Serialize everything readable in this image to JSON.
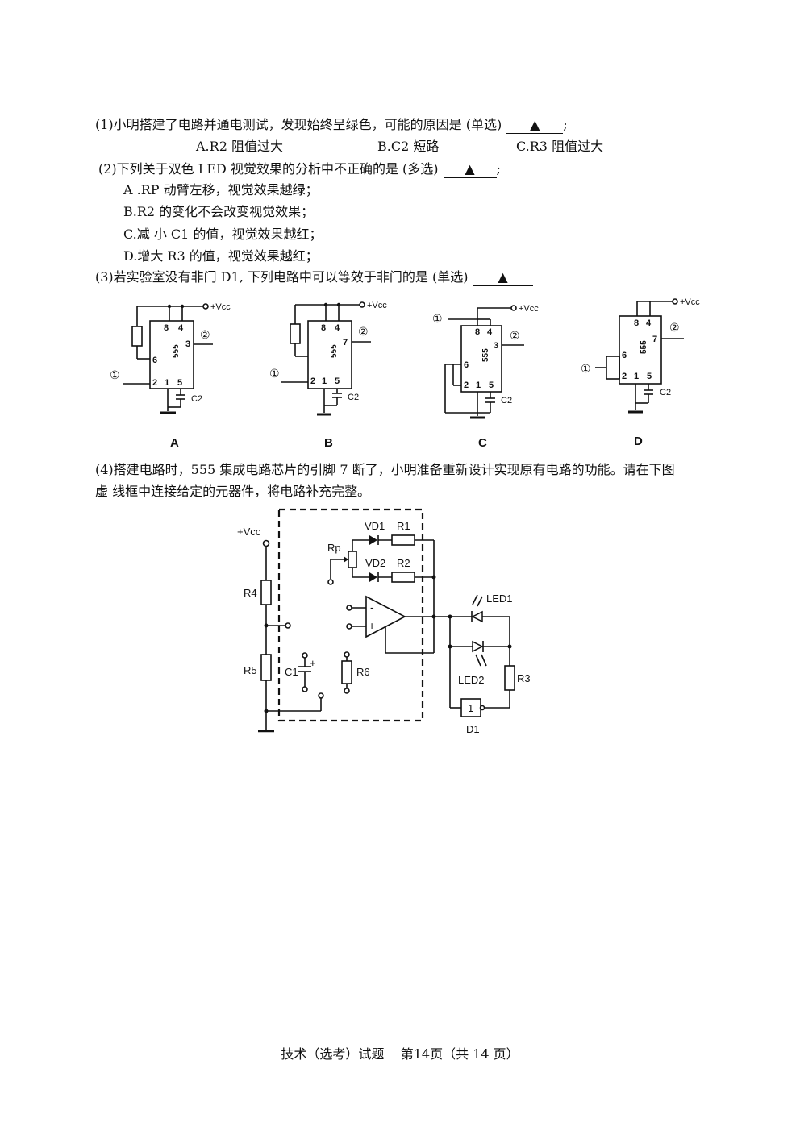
{
  "q1": {
    "text": "(1)小明搭建了电路并通电测试，发现始终呈绿色，可能的原因是 (单选)",
    "blank": "▲",
    "end": ";",
    "options": [
      "A.R2 阻值过大",
      "B.C2 短路",
      "C.R3 阻值过大"
    ]
  },
  "q2": {
    "text": "(2)下列关于双色 LED 视觉效果的分析中不正确的是 (多选)",
    "blank": "▲",
    "end": ";",
    "options": [
      "A .RP 动臂左移，视觉效果越绿；",
      "B.R2 的变化不会改变视觉效果；",
      "C.减 小 C1 的值，视觉效果越红；",
      "D.增大 R3 的值，视觉效果越红；"
    ]
  },
  "q3": {
    "text": "(3)若实验室没有非门 D1, 下列电路中可以等效于非门的是 (单选)",
    "blank": "▲",
    "circuit_labels": [
      "A",
      "B",
      "C",
      "D"
    ],
    "chip": {
      "name": "555",
      "vcc": "+Vcc",
      "cap": "C2",
      "in": "①",
      "out": "②",
      "pins_a": [
        "8",
        "4",
        "3",
        "6",
        "2",
        "1",
        "5"
      ],
      "pins_b": [
        "8",
        "4",
        "7",
        "2",
        "1",
        "5"
      ],
      "pins_c": [
        "8",
        "4",
        "3",
        "6",
        "2",
        "1",
        "5"
      ],
      "pins_d": [
        "8",
        "4",
        "7",
        "6",
        "2",
        "1",
        "5"
      ]
    }
  },
  "q4": {
    "line1": "(4)搭建电路时，555 集成电路芯片的引脚 7 断了，小明准备重新设计实现原有电路的功能。请在下图",
    "line2": "虚 线框中连接给定的元器件，将电路补充完整。",
    "circuit": {
      "vcc": "+Vcc",
      "vd1": "VD1",
      "r1": "R1",
      "rp": "Rp",
      "vd2": "VD2",
      "r2": "R2",
      "r4": "R4",
      "r5": "R5",
      "c1": "C1",
      "plus": "+",
      "r6": "R6",
      "opamp_minus": "-",
      "opamp_plus": "+",
      "led1": "LED1",
      "led2": "LED2",
      "r3": "R3",
      "gate": "1",
      "d1": "D1"
    }
  },
  "footer": "技术（选考）试题    第14页（共 14 页）"
}
